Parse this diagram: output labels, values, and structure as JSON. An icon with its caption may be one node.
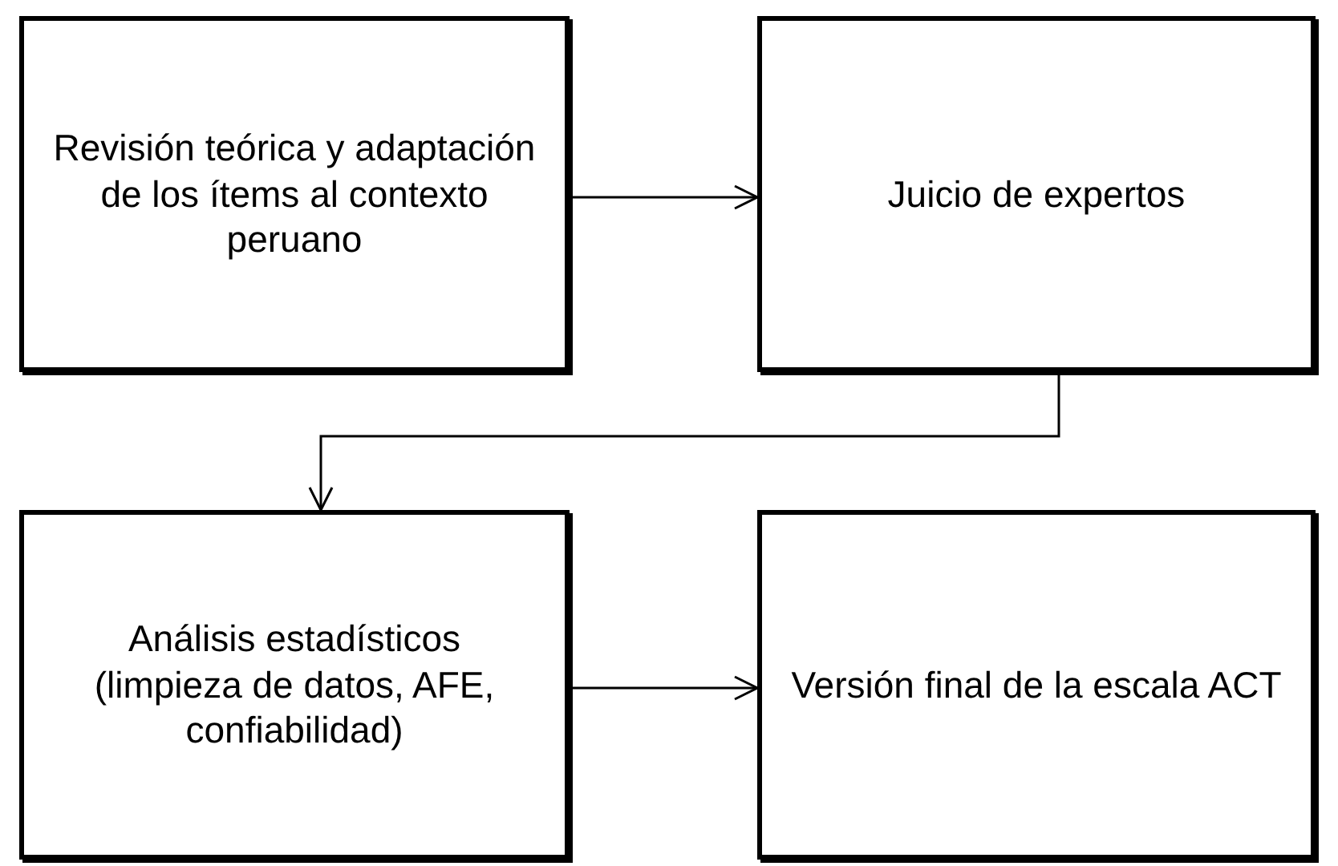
{
  "diagram": {
    "nodes": [
      {
        "text": [
          "Revisión teórica y adaptación de los ítems al contexto peruano"
        ]
      },
      {
        "text": [
          "Juicio de expertos"
        ]
      },
      {
        "text": [
          "Análisis estadísticos (limpieza de datos, AFE, confiabilidad)"
        ]
      },
      {
        "text": [
          "Versión final de la escala ACT"
        ]
      }
    ],
    "edges": [
      {
        "from": 0,
        "to": 1,
        "arrow": "to"
      },
      {
        "from": 1,
        "to": 2,
        "arrow": "to"
      },
      {
        "from": 2,
        "to": 3,
        "arrow": "to"
      }
    ]
  }
}
